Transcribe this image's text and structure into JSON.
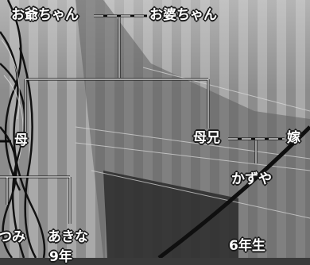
{
  "family_tree": {
    "grandfather": "お爺ちゃん",
    "grandmother": "お婆ちゃん",
    "mother": "母",
    "uncle": "母兄",
    "uncle_wife": "嫁",
    "cousin": "かずや",
    "cousin_grade": "6年生",
    "child_left": "つみ",
    "child_right": "あきな",
    "child_right_grade_partial": "9年"
  }
}
